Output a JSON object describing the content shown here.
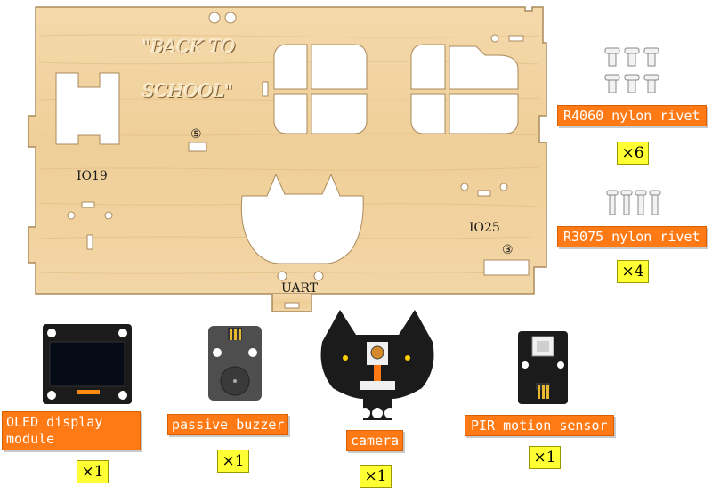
{
  "board": {
    "slogan_line1": "\"BACK TO",
    "slogan_line2": "SCHOOL\"",
    "label_io19": "IO19",
    "label_io25": "IO25",
    "label_uart": "UART",
    "mark_5": "⑤",
    "mark_3": "③"
  },
  "parts": [
    {
      "label": "R4060 nylon rivet",
      "qty": "×6"
    },
    {
      "label": "R3075 nylon rivet",
      "qty": "×4"
    },
    {
      "label": "OLED display module",
      "qty": "×1"
    },
    {
      "label": "passive buzzer",
      "qty": "×1"
    },
    {
      "label": "camera",
      "qty": "×1"
    },
    {
      "label": "PIR motion sensor",
      "qty": "×1"
    }
  ],
  "colors": {
    "label_bg": "#ff7a14",
    "qty_bg": "#ffff33",
    "wood": "#f1d3a0",
    "board_dark": "#1e1e1e"
  }
}
